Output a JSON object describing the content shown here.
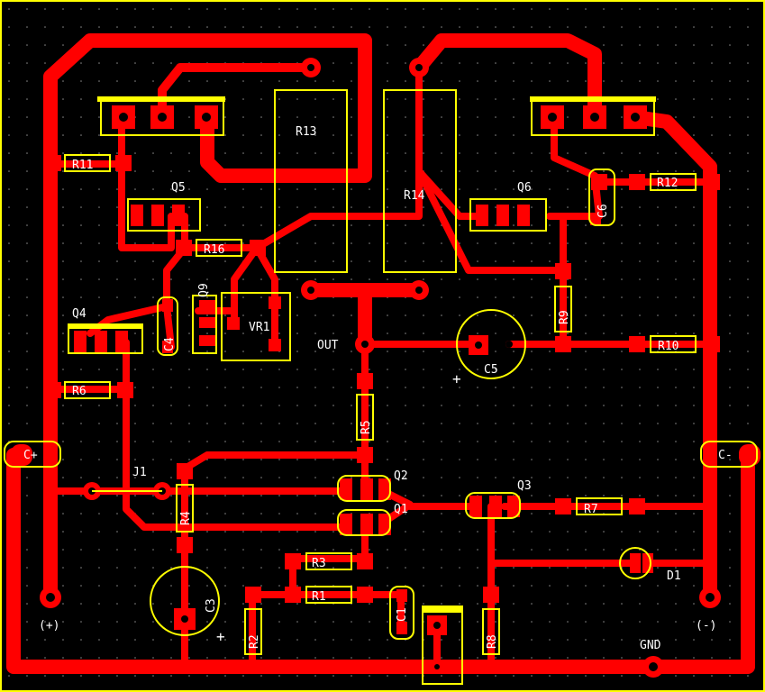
{
  "board": {
    "colors": {
      "background": "#000000",
      "trace": "#ff0000",
      "silk": "#ffff00",
      "text": "#ffffff",
      "hole": "#000000"
    }
  },
  "labels": {
    "R11": "R11",
    "R12": "R12",
    "R13": "R13",
    "R14": "R14",
    "R16": "R16",
    "R10": "R10",
    "R9": "R9",
    "R6": "R6",
    "R5": "R5",
    "R4": "R4",
    "R3": "R3",
    "R1": "R1",
    "R2": "R2",
    "R7": "R7",
    "R8": "R8",
    "Q1": "Q1",
    "Q2": "Q2",
    "Q3": "Q3",
    "Q4": "Q4",
    "Q5": "Q5",
    "Q6": "Q6",
    "Q9": "Q9",
    "VR1": "VR1",
    "C1": "C1",
    "C3": "C3",
    "C4": "C4",
    "C5": "C5",
    "C6": "C6",
    "D1": "D1",
    "J1": "J1",
    "OUT": "OUT",
    "GND": "GND",
    "Cplus": "C+",
    "Cminus": "C-",
    "plus_term": "(+)",
    "minus_term": "(-)",
    "plus_sign": "+"
  }
}
